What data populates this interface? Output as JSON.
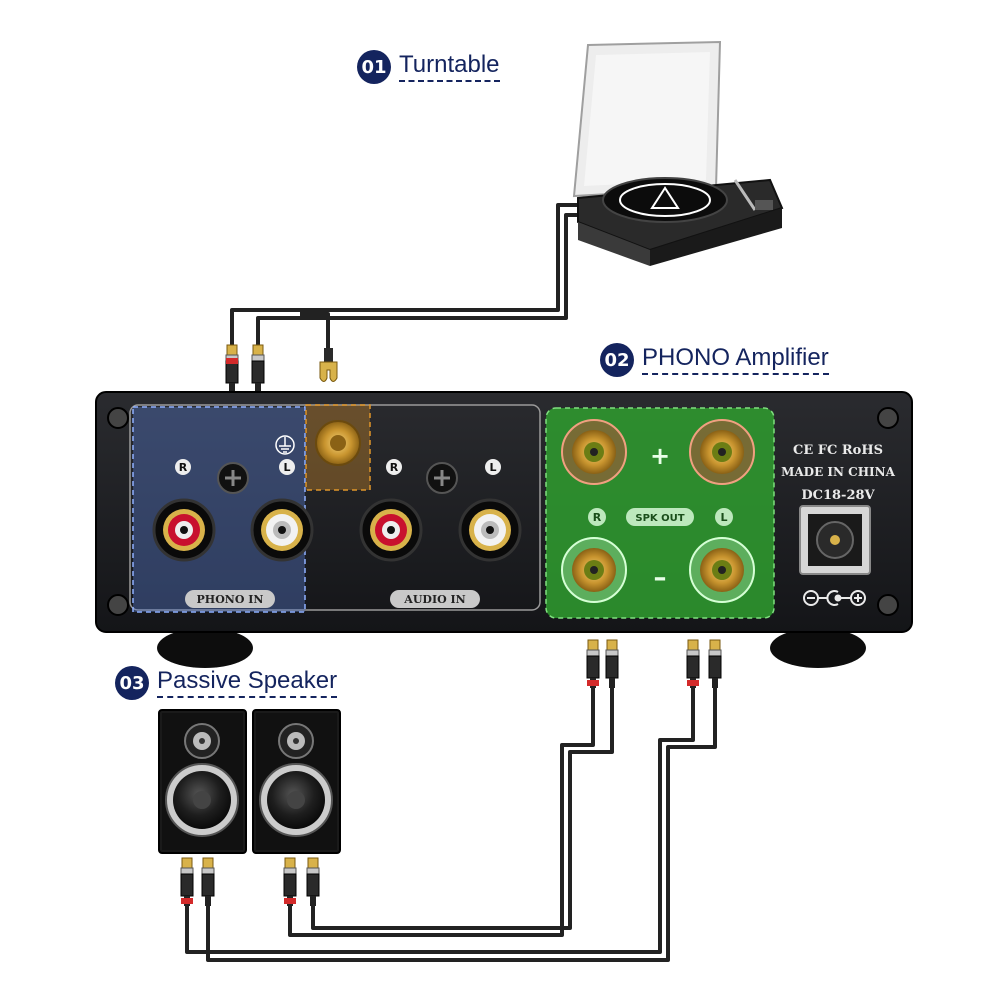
{
  "callouts": [
    {
      "number": "01",
      "label": "Turntable"
    },
    {
      "number": "02",
      "label": "PHONO Amplifier"
    },
    {
      "number": "03",
      "label": "Passive Speaker"
    }
  ],
  "amplifier": {
    "phono_in_label": "PHONO IN",
    "audio_in_label": "AUDIO IN",
    "spk_out_label": "SPK OUT",
    "channel_r": "R",
    "channel_l": "L",
    "plus": "+",
    "minus": "–",
    "certifications": "CE FC RoHS",
    "made_in": "MADE IN CHINA",
    "power_rating": "DC18-28V"
  },
  "colors": {
    "callout": "#14245e",
    "phono_highlight": "#5a7fd6",
    "ground_highlight": "#e0962a",
    "spk_highlight": "#2f9e2f",
    "panel": "#1b1c1f"
  }
}
